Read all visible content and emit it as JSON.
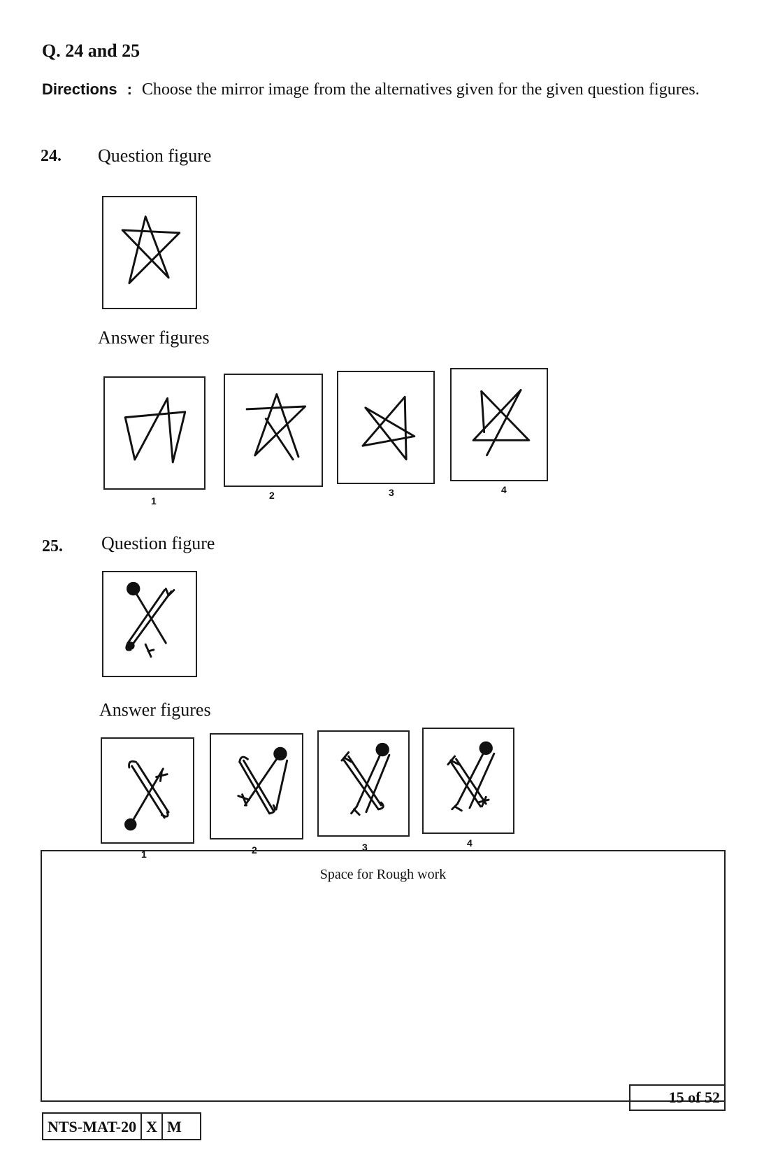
{
  "heading": "Q. 24 and 25",
  "directions": {
    "label": "Directions",
    "separator": ":",
    "text": "Choose the mirror image from the alternatives given for the given question figures."
  },
  "q24": {
    "number": "24.",
    "question_label": "Question figure",
    "answer_label": "Answer figures",
    "options": [
      "1",
      "2",
      "3",
      "4"
    ]
  },
  "q25": {
    "number": "25.",
    "question_label": "Question figure",
    "answer_label": "Answer figures",
    "options": [
      "1",
      "2",
      "3",
      "4"
    ]
  },
  "rough_work": {
    "label": "Space for Rough work"
  },
  "footer": {
    "page": "15 of 52",
    "code": "NTS-MAT-20",
    "class": "X",
    "subject": "M"
  }
}
